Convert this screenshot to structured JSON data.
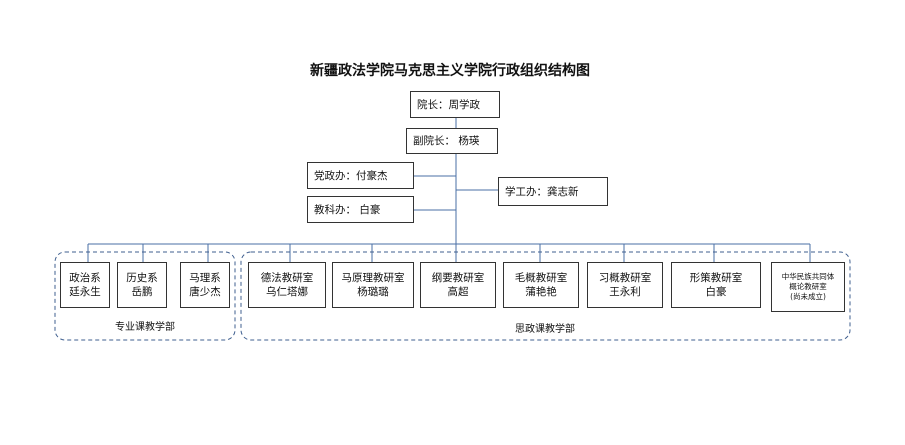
{
  "title": "新疆政法学院马克思主义学院行政组织结构图",
  "dean": "院长：周学政",
  "vice_dean": "副院长： 杨瑛",
  "party_office": "党政办：付豪杰",
  "academic_office": "教科办：  白豪",
  "student_office": "学工办：龚志新",
  "departments": [
    {
      "name": "政治系",
      "head": "廷永生"
    },
    {
      "name": "历史系",
      "head": "岳鹏"
    },
    {
      "name": "马理系",
      "head": "唐少杰"
    }
  ],
  "offices": [
    {
      "name": "德法教研室",
      "head": "乌仁塔娜"
    },
    {
      "name": "马原理教研室",
      "head": "杨璐璐"
    },
    {
      "name": "纲要教研室",
      "head": "高超"
    },
    {
      "name": "毛概教研室",
      "head": "蒲艳艳"
    },
    {
      "name": "习概教研室",
      "head": "王永利"
    },
    {
      "name": "形策教研室",
      "head": "白豪"
    }
  ],
  "ethnic_office": {
    "line1": "中华民族共同体",
    "line2": "概论教研室",
    "line3": "(尚未成立)"
  },
  "group_professional": "专业课教学部",
  "group_ideological": "思政课教学部"
}
